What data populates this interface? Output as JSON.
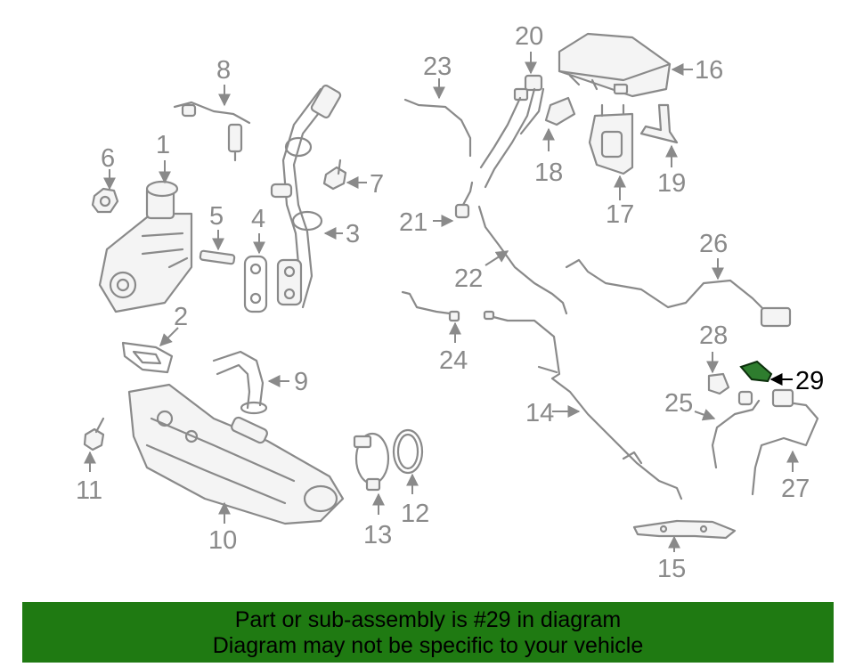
{
  "diagram": {
    "callouts": [
      "1",
      "2",
      "3",
      "4",
      "5",
      "6",
      "7",
      "8",
      "9",
      "10",
      "11",
      "12",
      "13",
      "14",
      "15",
      "16",
      "17",
      "18",
      "19",
      "20",
      "21",
      "22",
      "23",
      "24",
      "25",
      "26",
      "27",
      "28",
      "29"
    ],
    "highlighted_part": "29",
    "colors": {
      "line": "#8a8a8a",
      "highlight": "#2e7d2e",
      "banner": "#1f7a12"
    }
  },
  "banner": {
    "line1": "Part or sub-assembly is #29 in diagram",
    "line2": "Diagram may not be specific to your vehicle"
  }
}
